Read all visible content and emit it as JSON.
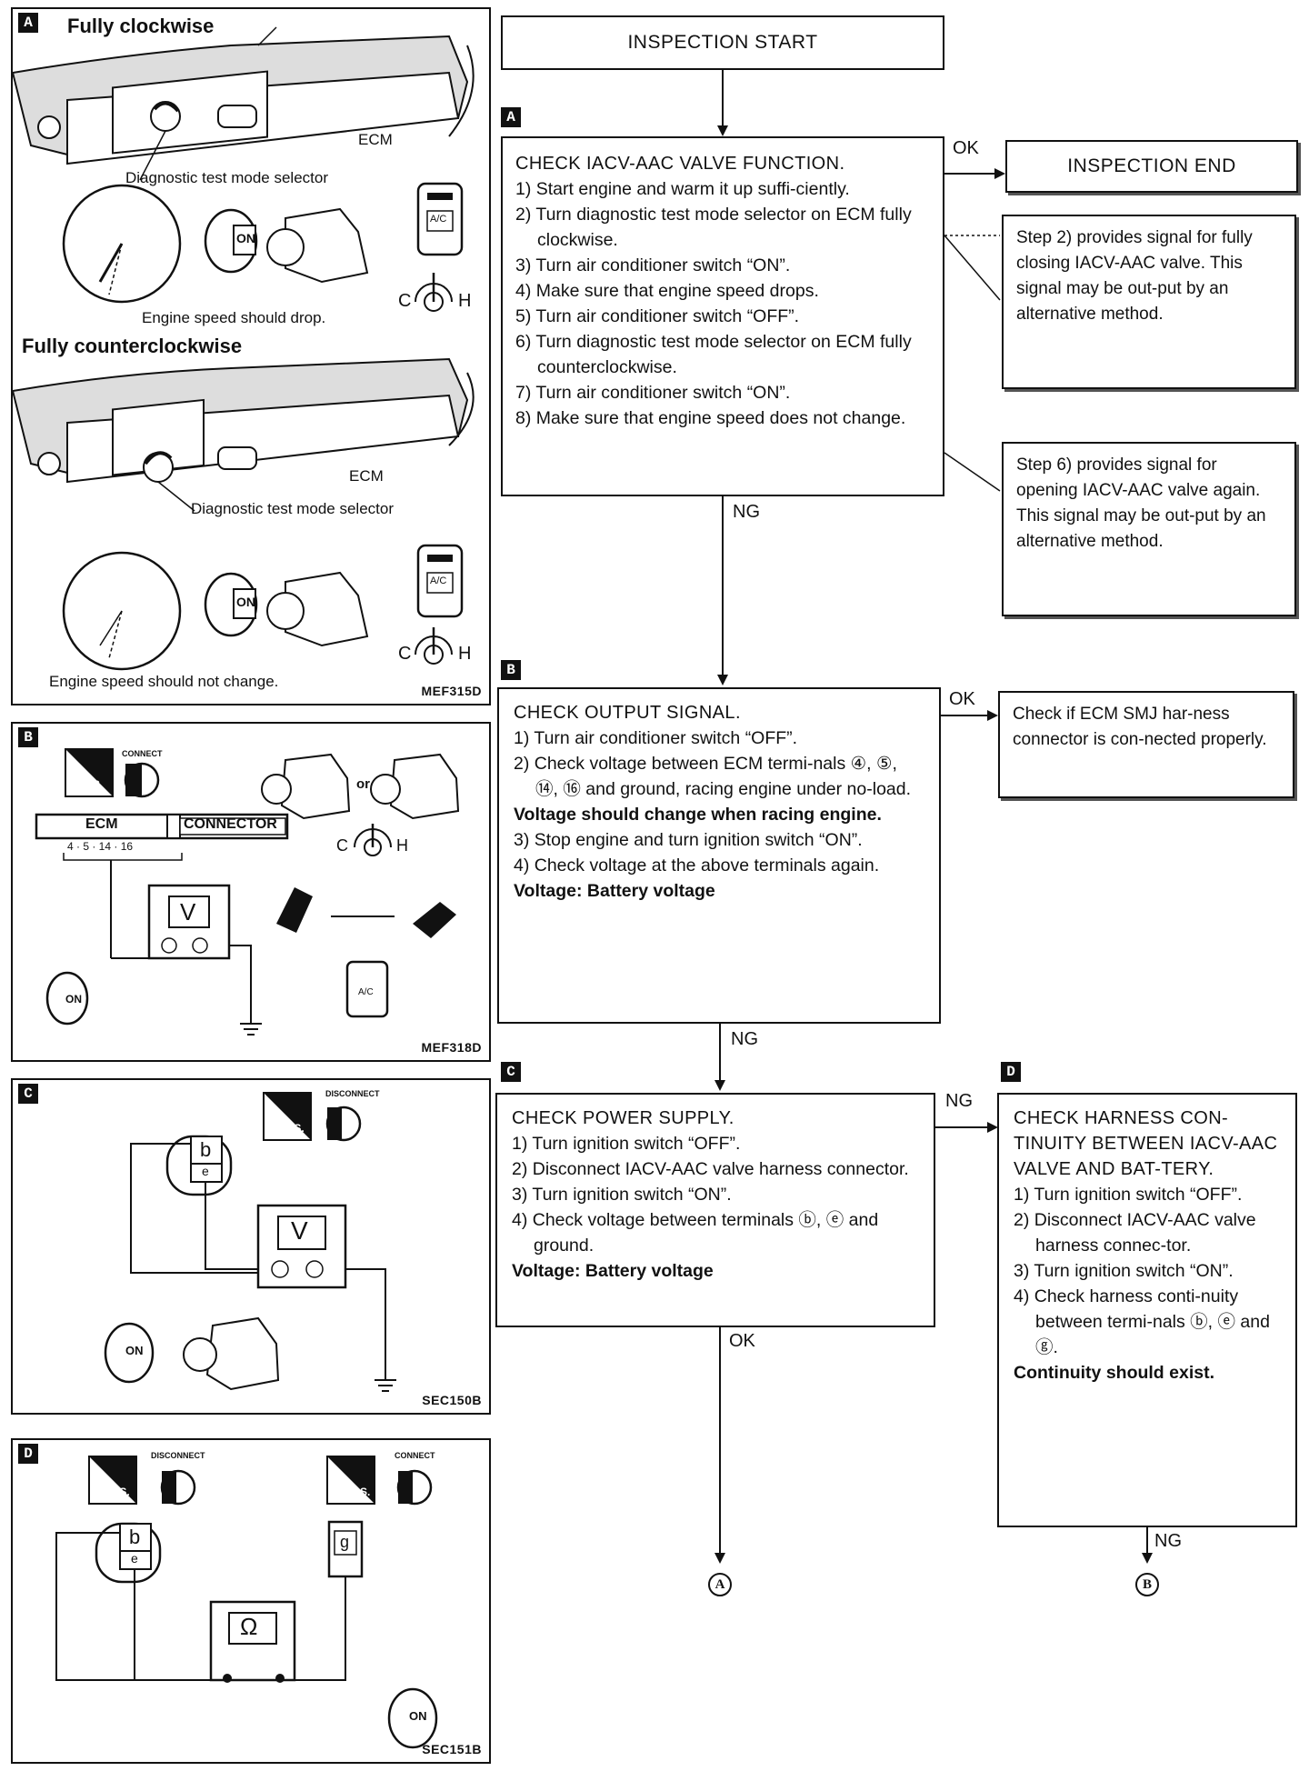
{
  "panels": {
    "a": {
      "tag": "A",
      "title_cw": "Fully clockwise",
      "title_ccw": "Fully counterclockwise",
      "ecm": "ECM",
      "selector": "Diagnostic test mode selector",
      "drop": "Engine speed should drop.",
      "nochange": "Engine speed should not change.",
      "code": "MEF315D",
      "on": "ON",
      "ac": "A/C",
      "c": "C",
      "h": "H"
    },
    "b": {
      "tag": "B",
      "hs": "H.S.",
      "connect": "CONNECT",
      "ecm": "ECM",
      "connector": "CONNECTOR",
      "terminals": "4 · 5 · 14 · 16",
      "or": "or",
      "v": "V",
      "c": "C",
      "h": "H",
      "ac": "A/C",
      "on": "ON",
      "code": "MEF318D"
    },
    "c": {
      "tag": "C",
      "ts": "T.S.",
      "disconnect": "DISCONNECT",
      "b": "b",
      "e": "e",
      "v": "V",
      "on": "ON",
      "code": "SEC150B"
    },
    "d": {
      "tag": "D",
      "ts": "T.S.",
      "hs": "H.S.",
      "disconnect": "DISCONNECT",
      "connect": "CONNECT",
      "b": "b",
      "e": "e",
      "g": "g",
      "ohm": "Ω",
      "on": "ON",
      "code": "SEC151B"
    }
  },
  "flow": {
    "start": "INSPECTION START",
    "end": "INSPECTION END",
    "tag_a": "A",
    "tag_b": "B",
    "tag_c": "C",
    "tag_d": "D",
    "ok": "OK",
    "ng": "NG",
    "step_a": {
      "title": "CHECK IACV-AAC VALVE FUNCTION.",
      "items": [
        "1) Start engine and warm it up suffi-ciently.",
        "2) Turn diagnostic test mode selector on ECM fully clockwise.",
        "3) Turn air conditioner switch “ON”.",
        "4) Make sure that engine speed drops.",
        "5) Turn air conditioner switch “OFF”.",
        "6) Turn diagnostic test mode selector on ECM fully counterclockwise.",
        "7) Turn air conditioner switch “ON”.",
        "8) Make sure that engine speed does not change."
      ]
    },
    "note_a1": "Step 2) provides signal for fully closing IACV-AAC valve. This signal may be out-put by an alternative method.",
    "note_a2": "Step 6) provides signal for opening IACV-AAC valve again. This signal may be out-put by an alternative method.",
    "step_b": {
      "title": "CHECK OUTPUT SIGNAL.",
      "item1": "1) Turn air conditioner switch “OFF”.",
      "item2": "2) Check voltage between ECM termi-nals ④, ⑤, ⑭, ⑯ and ground, racing engine under no-load.",
      "item2_bold": "Voltage should change when racing engine.",
      "item3": "3) Stop engine and turn ignition switch “ON”.",
      "item4": "4) Check voltage at the above terminals again.",
      "item4_bold": "Voltage: Battery voltage"
    },
    "note_b": "Check if ECM SMJ har-ness connector is con-nected properly.",
    "step_c": {
      "title": "CHECK POWER SUPPLY.",
      "item1": "1) Turn ignition switch “OFF”.",
      "item2": "2) Disconnect IACV-AAC valve harness connector.",
      "item3": "3) Turn ignition switch “ON”.",
      "item4": "4) Check voltage between terminals ⓑ, ⓔ and ground.",
      "item4_bold": "Voltage: Battery voltage"
    },
    "step_d": {
      "title": "CHECK HARNESS CON-TINUITY BETWEEN IACV-AAC VALVE AND BAT-TERY.",
      "item1": "1) Turn ignition switch “OFF”.",
      "item2": "2) Disconnect IACV-AAC valve harness connec-tor.",
      "item3": "3) Turn ignition switch “ON”.",
      "item4": "4) Check harness conti-nuity between termi-nals ⓑ, ⓔ and ⓖ.",
      "item4_bold": "Continuity should exist."
    },
    "out_a": "A",
    "out_b": "B"
  }
}
